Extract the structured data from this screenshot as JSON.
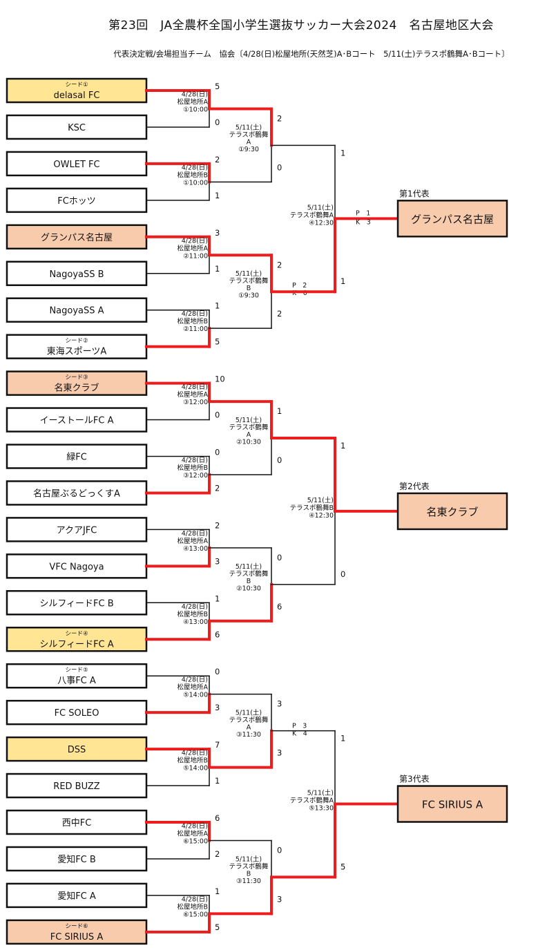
{
  "title": "第23回　JA全農杯全国小学生選抜サッカー大会2024　名古屋地区大会",
  "subtitle": "代表決定戦/会場担当チーム　協会〔4/28(日)松屋地所(天然芝)A･Bコート　5/11(土)テラスポ鶴舞A･Bコート〕",
  "colors": {
    "winner_line": "#ee1c1c",
    "line": "#111111",
    "seed_fill_yellow": "#ffe594",
    "seed_fill_orange": "#f8cbad"
  },
  "teams": [
    {
      "name": "delasal FC",
      "seed": "シード①",
      "fill": "yellow"
    },
    {
      "name": "KSC",
      "seed": "",
      "fill": "none"
    },
    {
      "name": "OWLET FC",
      "seed": "",
      "fill": "none"
    },
    {
      "name": "FCホッツ",
      "seed": "",
      "fill": "none"
    },
    {
      "name": "グランパス名古屋",
      "seed": "",
      "fill": "orange"
    },
    {
      "name": "NagoyaSS B",
      "seed": "",
      "fill": "none"
    },
    {
      "name": "NagoyaSS A",
      "seed": "",
      "fill": "none"
    },
    {
      "name": "東海スポーツA",
      "seed": "シード②",
      "fill": "none"
    },
    {
      "name": "名東クラブ",
      "seed": "シード③",
      "fill": "orange"
    },
    {
      "name": "イーストールFC A",
      "seed": "",
      "fill": "none"
    },
    {
      "name": "緑FC",
      "seed": "",
      "fill": "none"
    },
    {
      "name": "名古屋ぶるどっくすA",
      "seed": "",
      "fill": "none"
    },
    {
      "name": "アクアJFC",
      "seed": "",
      "fill": "none"
    },
    {
      "name": "VFC Nagoya",
      "seed": "",
      "fill": "none"
    },
    {
      "name": "シルフィードFC B",
      "seed": "",
      "fill": "none"
    },
    {
      "name": "シルフィードFC A",
      "seed": "シード④",
      "fill": "yellow"
    },
    {
      "name": "八事FC A",
      "seed": "シード⑤",
      "fill": "none"
    },
    {
      "name": "FC SOLEO",
      "seed": "",
      "fill": "none"
    },
    {
      "name": "DSS",
      "seed": "",
      "fill": "yellow"
    },
    {
      "name": "RED BUZZ",
      "seed": "",
      "fill": "none"
    },
    {
      "name": "西中FC",
      "seed": "",
      "fill": "none"
    },
    {
      "name": "愛知FC B",
      "seed": "",
      "fill": "none"
    },
    {
      "name": "愛知FC A",
      "seed": "",
      "fill": "none"
    },
    {
      "name": "FC SIRIUS A",
      "seed": "シード⑥",
      "fill": "orange"
    }
  ],
  "round1": [
    {
      "info": [
        "4/28(日)",
        "松屋地所A",
        "①10:00"
      ],
      "scores": [
        "5",
        "0"
      ],
      "winner": 0
    },
    {
      "info": [
        "4/28(日)",
        "松屋地所B",
        "①10:00"
      ],
      "scores": [
        "2",
        "1"
      ],
      "winner": 0
    },
    {
      "info": [
        "4/28(日)",
        "松屋地所A",
        "②11:00"
      ],
      "scores": [
        "3",
        "1"
      ],
      "winner": 0
    },
    {
      "info": [
        "4/28(日)",
        "松屋地所B",
        "②11:00"
      ],
      "scores": [
        "1",
        "5"
      ],
      "winner": 1
    },
    {
      "info": [
        "4/28(日)",
        "松屋地所A",
        "③12:00"
      ],
      "scores": [
        "10",
        "0"
      ],
      "winner": 0
    },
    {
      "info": [
        "4/28(日)",
        "松屋地所B",
        "③12:00"
      ],
      "scores": [
        "0",
        "2"
      ],
      "winner": 1
    },
    {
      "info": [
        "4/28(日)",
        "松屋地所A",
        "④13:00"
      ],
      "scores": [
        "2",
        "3"
      ],
      "winner": 1
    },
    {
      "info": [
        "4/28(日)",
        "松屋地所B",
        "④13:00"
      ],
      "scores": [
        "1",
        "6"
      ],
      "winner": 1
    },
    {
      "info": [
        "4/28(日)",
        "松屋地所A",
        "⑤14:00"
      ],
      "scores": [
        "0",
        "3"
      ],
      "winner": 1
    },
    {
      "info": [
        "4/28(日)",
        "松屋地所B",
        "⑤14:00"
      ],
      "scores": [
        "7",
        "1"
      ],
      "winner": 0
    },
    {
      "info": [
        "4/28(日)",
        "松屋地所A",
        "⑥15:00"
      ],
      "scores": [
        "6",
        "2"
      ],
      "winner": 0
    },
    {
      "info": [
        "4/28(日)",
        "松屋地所B",
        "⑥15:00"
      ],
      "scores": [
        "1",
        "5"
      ],
      "winner": 1
    }
  ],
  "round2": [
    {
      "info": [
        "5/11(土)",
        "テラスポ鶴舞",
        "A",
        "①9:30"
      ],
      "scores": [
        "2",
        "0"
      ],
      "winner": 0,
      "pk": null
    },
    {
      "info": [
        "5/11(土)",
        "テラスポ鶴舞",
        "B",
        "①9:30"
      ],
      "scores": [
        "2",
        "2"
      ],
      "winner": 0,
      "pk": [
        "P　2",
        "K　0"
      ]
    },
    {
      "info": [
        "5/11(土)",
        "テラスポ鶴舞",
        "A",
        "②10:30"
      ],
      "scores": [
        "1",
        "0"
      ],
      "winner": 0,
      "pk": null
    },
    {
      "info": [
        "5/11(土)",
        "テラスポ鶴舞",
        "B",
        "②10:30"
      ],
      "scores": [
        "0",
        "6"
      ],
      "winner": 1,
      "pk": null
    },
    {
      "info": [
        "5/11(土)",
        "テラスポ鶴舞",
        "A",
        "③11:30"
      ],
      "scores": [
        "3",
        "3"
      ],
      "winner": 1,
      "pk": [
        "P　3",
        "K　4"
      ]
    },
    {
      "info": [
        "5/11(土)",
        "テラスポ鶴舞",
        "B",
        "③11:30"
      ],
      "scores": [
        "0",
        "3"
      ],
      "winner": 1,
      "pk": null
    }
  ],
  "finals": [
    {
      "info": [
        "5/11(土)",
        "テラスポ鶴舞A",
        "④12:30"
      ],
      "scores": [
        "1",
        "1"
      ],
      "winner": 1,
      "pk": [
        "P　1",
        "K　3"
      ],
      "rep_label": "第1代表",
      "winner_name": "グランパス名古屋",
      "fill": "orange"
    },
    {
      "info": [
        "5/11(土)",
        "テラスポ鶴舞B",
        "④12:30"
      ],
      "scores": [
        "1",
        "0"
      ],
      "winner": 0,
      "pk": null,
      "rep_label": "第2代表",
      "winner_name": "名東クラブ",
      "fill": "orange"
    },
    {
      "info": [
        "5/11(土)",
        "テラスポ鶴舞A",
        "⑤13:30"
      ],
      "scores": [
        "1",
        "5"
      ],
      "winner": 1,
      "pk": null,
      "rep_label": "第3代表",
      "winner_name": "FC SIRIUS A",
      "fill": "orange"
    }
  ]
}
